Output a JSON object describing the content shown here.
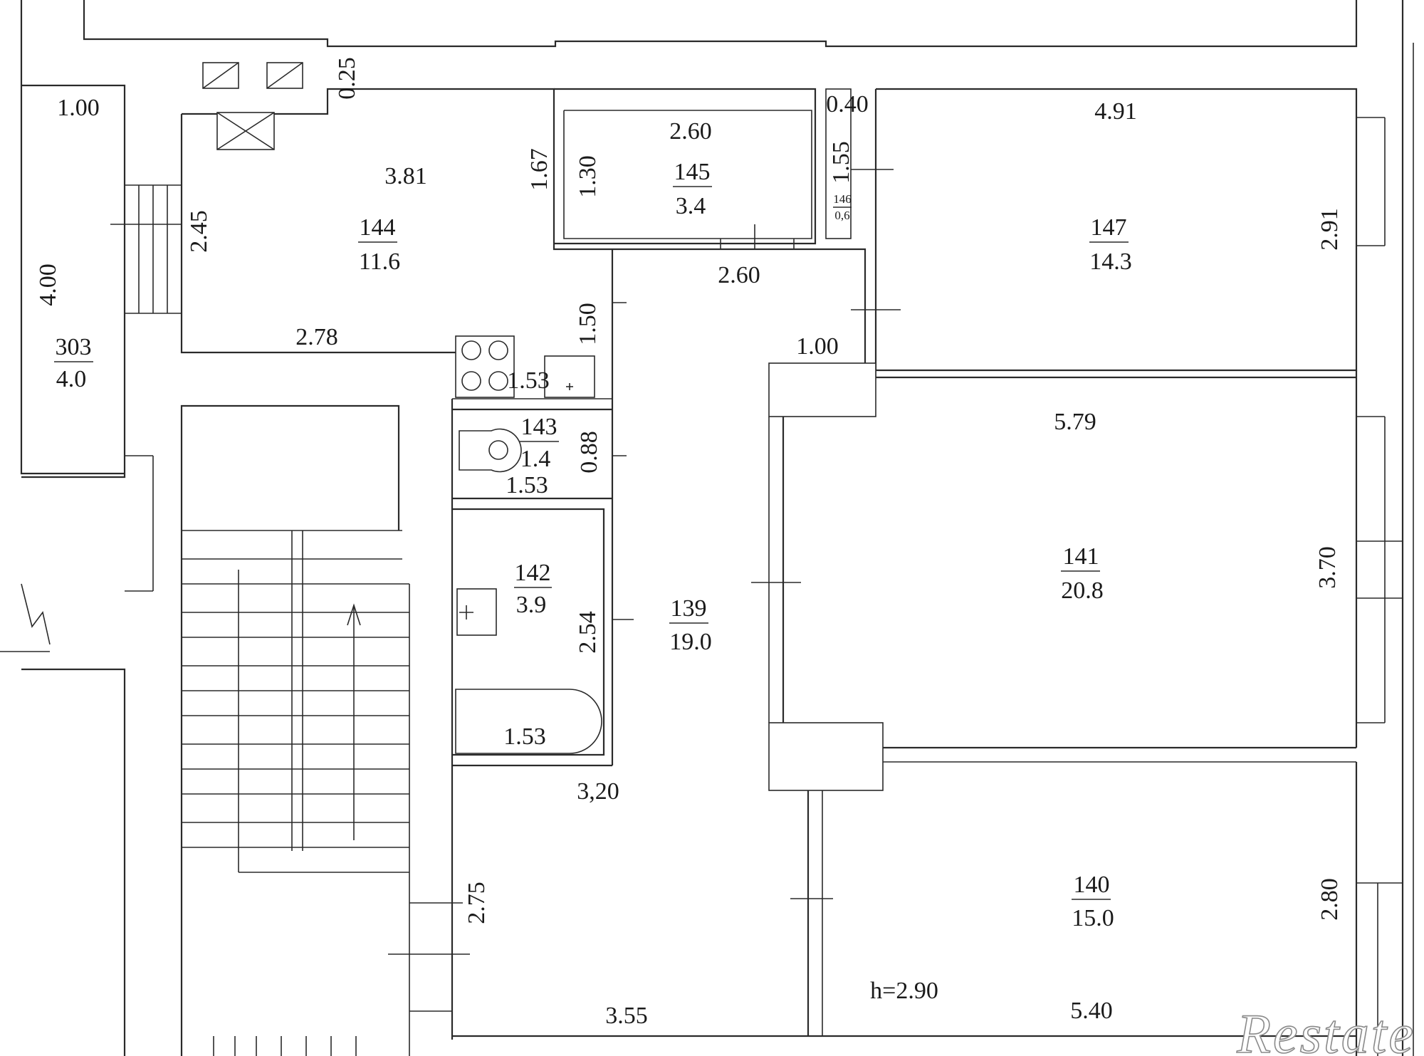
{
  "rooms": [
    {
      "id": "139",
      "number": "139",
      "area": "19.0"
    },
    {
      "id": "140",
      "number": "140",
      "area": "15.0"
    },
    {
      "id": "141",
      "number": "141",
      "area": "20.8"
    },
    {
      "id": "142",
      "number": "142",
      "area": "3.9"
    },
    {
      "id": "143",
      "number": "143",
      "area": "1.4"
    },
    {
      "id": "144",
      "number": "144",
      "area": "11.6"
    },
    {
      "id": "145",
      "number": "145",
      "area": "3.4"
    },
    {
      "id": "146",
      "number": "146",
      "area": "0,6"
    },
    {
      "id": "147",
      "number": "147",
      "area": "14.3"
    },
    {
      "id": "303",
      "number": "303",
      "area": "4.0"
    }
  ],
  "dimensions": {
    "d_100_a": "1.00",
    "d_025": "0.25",
    "d_381": "3.81",
    "d_245": "2.45",
    "d_400": "4.00",
    "d_278": "2.78",
    "d_167": "1.67",
    "d_130": "1.30",
    "d_260_a": "2.60",
    "d_040": "0.40",
    "d_155": "1.55",
    "d_491": "4.91",
    "d_291": "2.91",
    "d_260_b": "2.60",
    "d_150": "1.50",
    "d_153_a": "1.53",
    "d_100_b": "1.00",
    "d_088": "0.88",
    "d_153_b": "1.53",
    "d_579": "5.79",
    "d_370": "3.70",
    "d_254": "2.54",
    "d_153_c": "1.53",
    "d_320": "3,20",
    "d_275": "2.75",
    "d_355": "3.55",
    "d_540": "5.40",
    "d_280": "2.80"
  },
  "ceiling_height": "h=2.90",
  "watermark": "Restate"
}
